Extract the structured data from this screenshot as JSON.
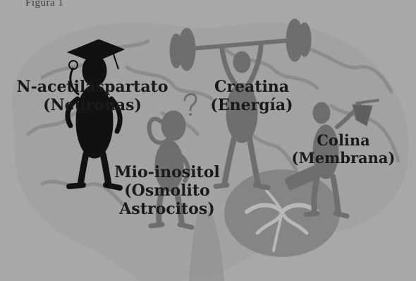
{
  "figure": {
    "caption": "Figura 1",
    "background_color": "#a8a8a8",
    "brain_shade_color": "#9a9a9a",
    "brain_line_color": "#8c8c8c",
    "cerebellum_color": "#828282",
    "figure_color_dark": "#111111",
    "figure_color_mid": "#6e6e6e",
    "labels": [
      {
        "id": "naa",
        "line1": "N-acetilaspartato",
        "line2": "(Neuronas)"
      },
      {
        "id": "cr",
        "line1": "Creatina",
        "line2": "(Energía)"
      },
      {
        "id": "cho",
        "line1": "Colina",
        "line2": "(Membrana)"
      },
      {
        "id": "mi",
        "line1": "Mio-inositol",
        "line2": "(Osmolito",
        "line3": "Astrocitos)"
      }
    ],
    "icons": [
      "brain-outline",
      "graduate-figure-icon",
      "weightlifter-figure-icon",
      "thinking-figure-icon",
      "question-mark-icon",
      "hammer-figure-icon",
      "cerebellum-icon"
    ]
  }
}
